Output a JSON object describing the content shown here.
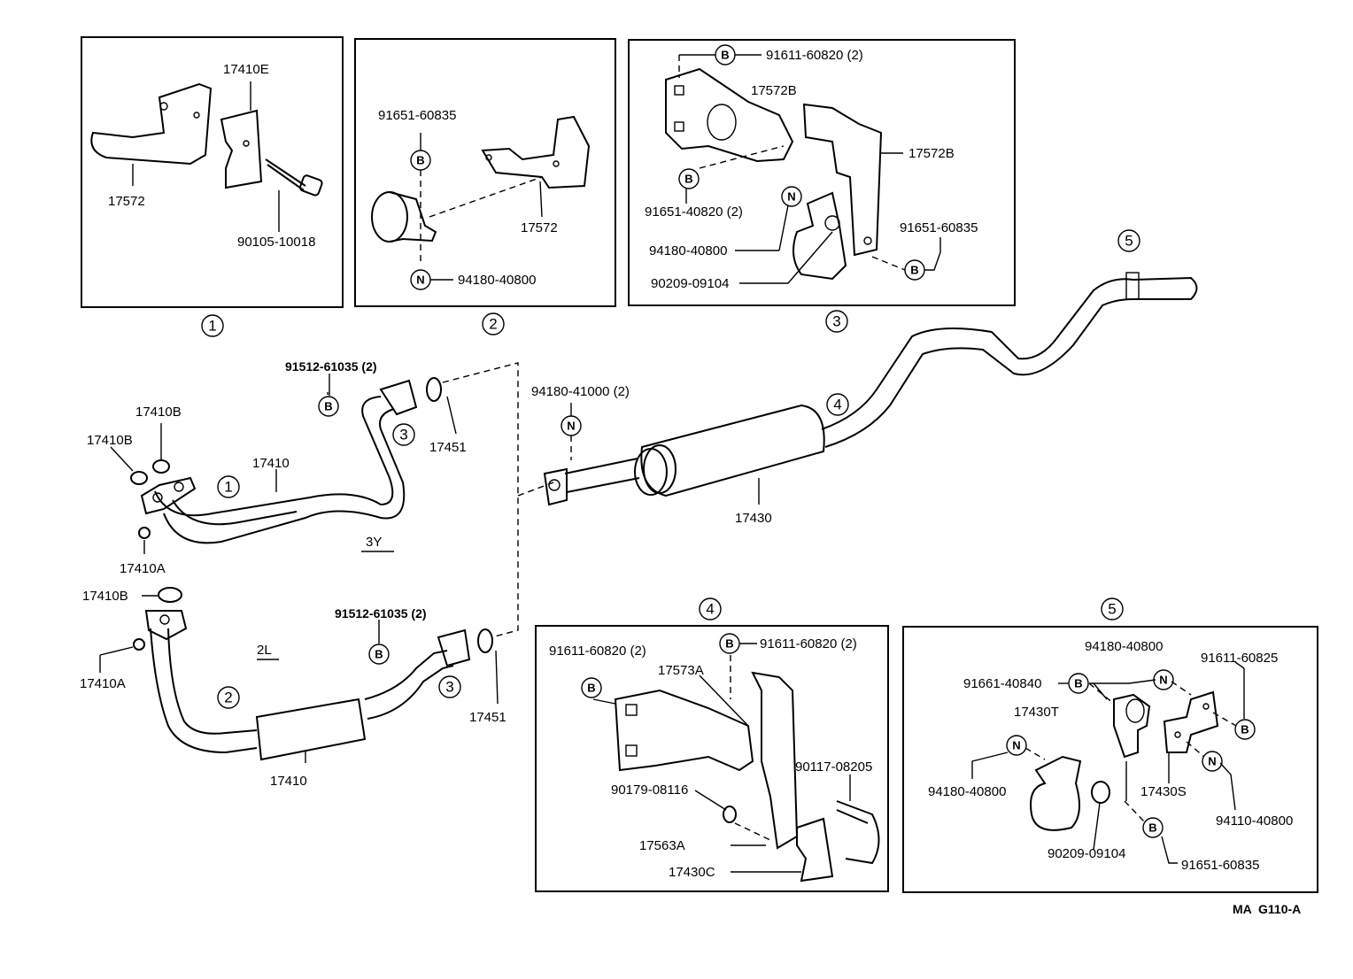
{
  "panels": {
    "p1": {
      "marker": "1",
      "labels": [
        "17410E",
        "17572",
        "90105-10018"
      ]
    },
    "p2": {
      "marker": "2",
      "labels": [
        "91651-60835",
        "17572",
        "94180-40800"
      ],
      "symbols": [
        "B",
        "N"
      ]
    },
    "p3": {
      "marker": "3",
      "labels": [
        "91611-60820 (2)",
        "17572B",
        "17572B",
        "91651-40820 (2)",
        "94180-40800",
        "91651-60835",
        "90209-09104"
      ],
      "symbols": [
        "B",
        "B",
        "N",
        "B"
      ]
    },
    "p4": {
      "marker": "4",
      "labels": [
        "91611-60820 (2)",
        "91611-60820 (2)",
        "17573A",
        "90179-08116",
        "90117-08205",
        "17563A",
        "17430C"
      ],
      "symbols": [
        "B",
        "B"
      ]
    },
    "p5": {
      "marker": "5",
      "labels": [
        "94180-40800",
        "91611-60825",
        "91661-40840",
        "17430T",
        "17430S",
        "94180-40800",
        "94110-40800",
        "90209-09104",
        "91651-60835"
      ],
      "symbols": [
        "N",
        "B",
        "B",
        "N",
        "N",
        "B"
      ]
    }
  },
  "main": {
    "engine_3y": "3Y",
    "engine_2l": "2L",
    "parts": {
      "p_17410b_a": "17410B",
      "p_17410b_b": "17410B",
      "p_17410b_c": "17410B",
      "p_17410_top": "17410",
      "p_17410a_top": "17410A",
      "p_17410a_bot": "17410A",
      "p_17410_bot": "17410",
      "p_17451_top": "17451",
      "p_17451_bot": "17451",
      "p_91512_top": "91512-61035 (2)",
      "p_91512_bot": "91512-61035 (2)",
      "p_94180_41000": "94180-41000 (2)",
      "p_17430": "17430"
    },
    "symbols": {
      "b": "B",
      "n": "N"
    },
    "markers": {
      "m1": "1",
      "m2": "2",
      "m3": "3",
      "m4": "4",
      "m5": "5"
    }
  },
  "footer_code": "MA  G110-A"
}
